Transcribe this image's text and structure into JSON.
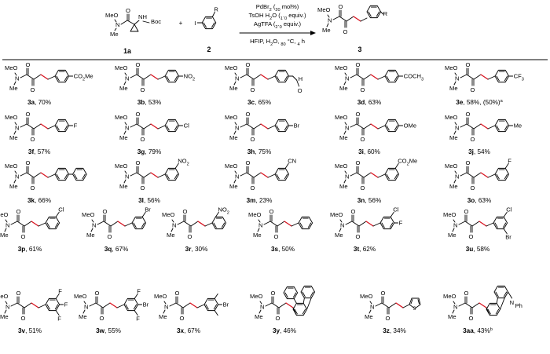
{
  "reaction": {
    "reagent_1": "PdBr2 (20 mol%)",
    "reagent_2": "TsOH H2O (1.0 equiv.)",
    "reagent_3": "AgTFA (2.0 equiv.)",
    "conditions": "HFIP, H2O, 80 °C, 4 h",
    "plus": "+",
    "start_label": "1a",
    "iodide_label": "2",
    "product_label": "3",
    "atoms": {
      "MeO": "MeO",
      "Me": "Me",
      "N": "N",
      "O": "O",
      "NHBoc": "NHBoc",
      "Boc": "Boc",
      "H": "H",
      "I": "I",
      "R": "R"
    }
  },
  "products": [
    {
      "id": "3a",
      "yield": ", 70%",
      "sub": "CO2Me",
      "sub_pos": "para"
    },
    {
      "id": "3b",
      "yield": ", 53%",
      "sub": "NO2",
      "sub_pos": "para"
    },
    {
      "id": "3c",
      "yield": ", 65%",
      "sub": "CHO",
      "sub_pos": "para"
    },
    {
      "id": "3d",
      "yield": ", 63%",
      "sub": "COCH3",
      "sub_pos": "para"
    },
    {
      "id": "3e",
      "yield": ", 58%, (50%)",
      "note": "a",
      "sub": "CF3",
      "sub_pos": "para"
    },
    {
      "id": "3f",
      "yield": ", 57%",
      "sub": "F",
      "sub_pos": "para"
    },
    {
      "id": "3g",
      "yield": ", 79%",
      "sub": "Cl",
      "sub_pos": "para"
    },
    {
      "id": "3h",
      "yield": ", 75%",
      "sub": "Br",
      "sub_pos": "para"
    },
    {
      "id": "3i",
      "yield": ", 60%",
      "sub": "OMe",
      "sub_pos": "para"
    },
    {
      "id": "3j",
      "yield": ", 54%",
      "sub": "Me",
      "sub_pos": "para"
    },
    {
      "id": "3k",
      "yield": ", 66%",
      "sub": "Ph",
      "sub_pos": "para"
    },
    {
      "id": "3l",
      "yield": ", 56%",
      "sub": "NO2",
      "sub_pos": "meta"
    },
    {
      "id": "3m",
      "yield": ", 23%",
      "sub": "CN",
      "sub_pos": "meta"
    },
    {
      "id": "3n",
      "yield": ", 56%",
      "sub": "CO2Me",
      "sub_pos": "meta"
    },
    {
      "id": "3o",
      "yield": ", 63%",
      "sub": "F",
      "sub_pos": "meta"
    },
    {
      "id": "3p",
      "yield": ", 61%",
      "sub": "Cl",
      "sub_pos": "meta"
    },
    {
      "id": "3q",
      "yield": ", 67%",
      "sub": "Br",
      "sub_pos": "meta"
    },
    {
      "id": "3r",
      "yield": ", 30%",
      "sub": "NO2",
      "sub_pos": "ortho"
    },
    {
      "id": "3s",
      "yield": ", 50%",
      "sub": "H",
      "sub_pos": "none"
    },
    {
      "id": "3t",
      "yield": ", 62%",
      "sub": "3-Cl,4-F",
      "sub_pos": "meta,para"
    },
    {
      "id": "3u",
      "yield": ", 58%",
      "sub": "3-Cl,5-Br",
      "sub_pos": "meta,meta"
    },
    {
      "id": "3v",
      "yield": ", 51%",
      "sub": "3,4,5-F",
      "sub_pos": "tri"
    },
    {
      "id": "3w",
      "yield": ", 55%",
      "sub": "3,5-F,4-Br",
      "sub_pos": "tri"
    },
    {
      "id": "3x",
      "yield": ", 67%",
      "sub": "3,5-Me,4-Br",
      "sub_pos": "tri"
    },
    {
      "id": "3y",
      "yield": ", 46%",
      "sub": "fluorenyl",
      "sub_pos": "fused"
    },
    {
      "id": "3z",
      "yield": ", 34%",
      "sub": "thienyl",
      "sub_pos": "heteroaryl"
    },
    {
      "id": "3aa",
      "yield": ", 43%",
      "note": "b",
      "sub": "N-Ph carbazolyl",
      "sub_pos": "fused"
    }
  ]
}
